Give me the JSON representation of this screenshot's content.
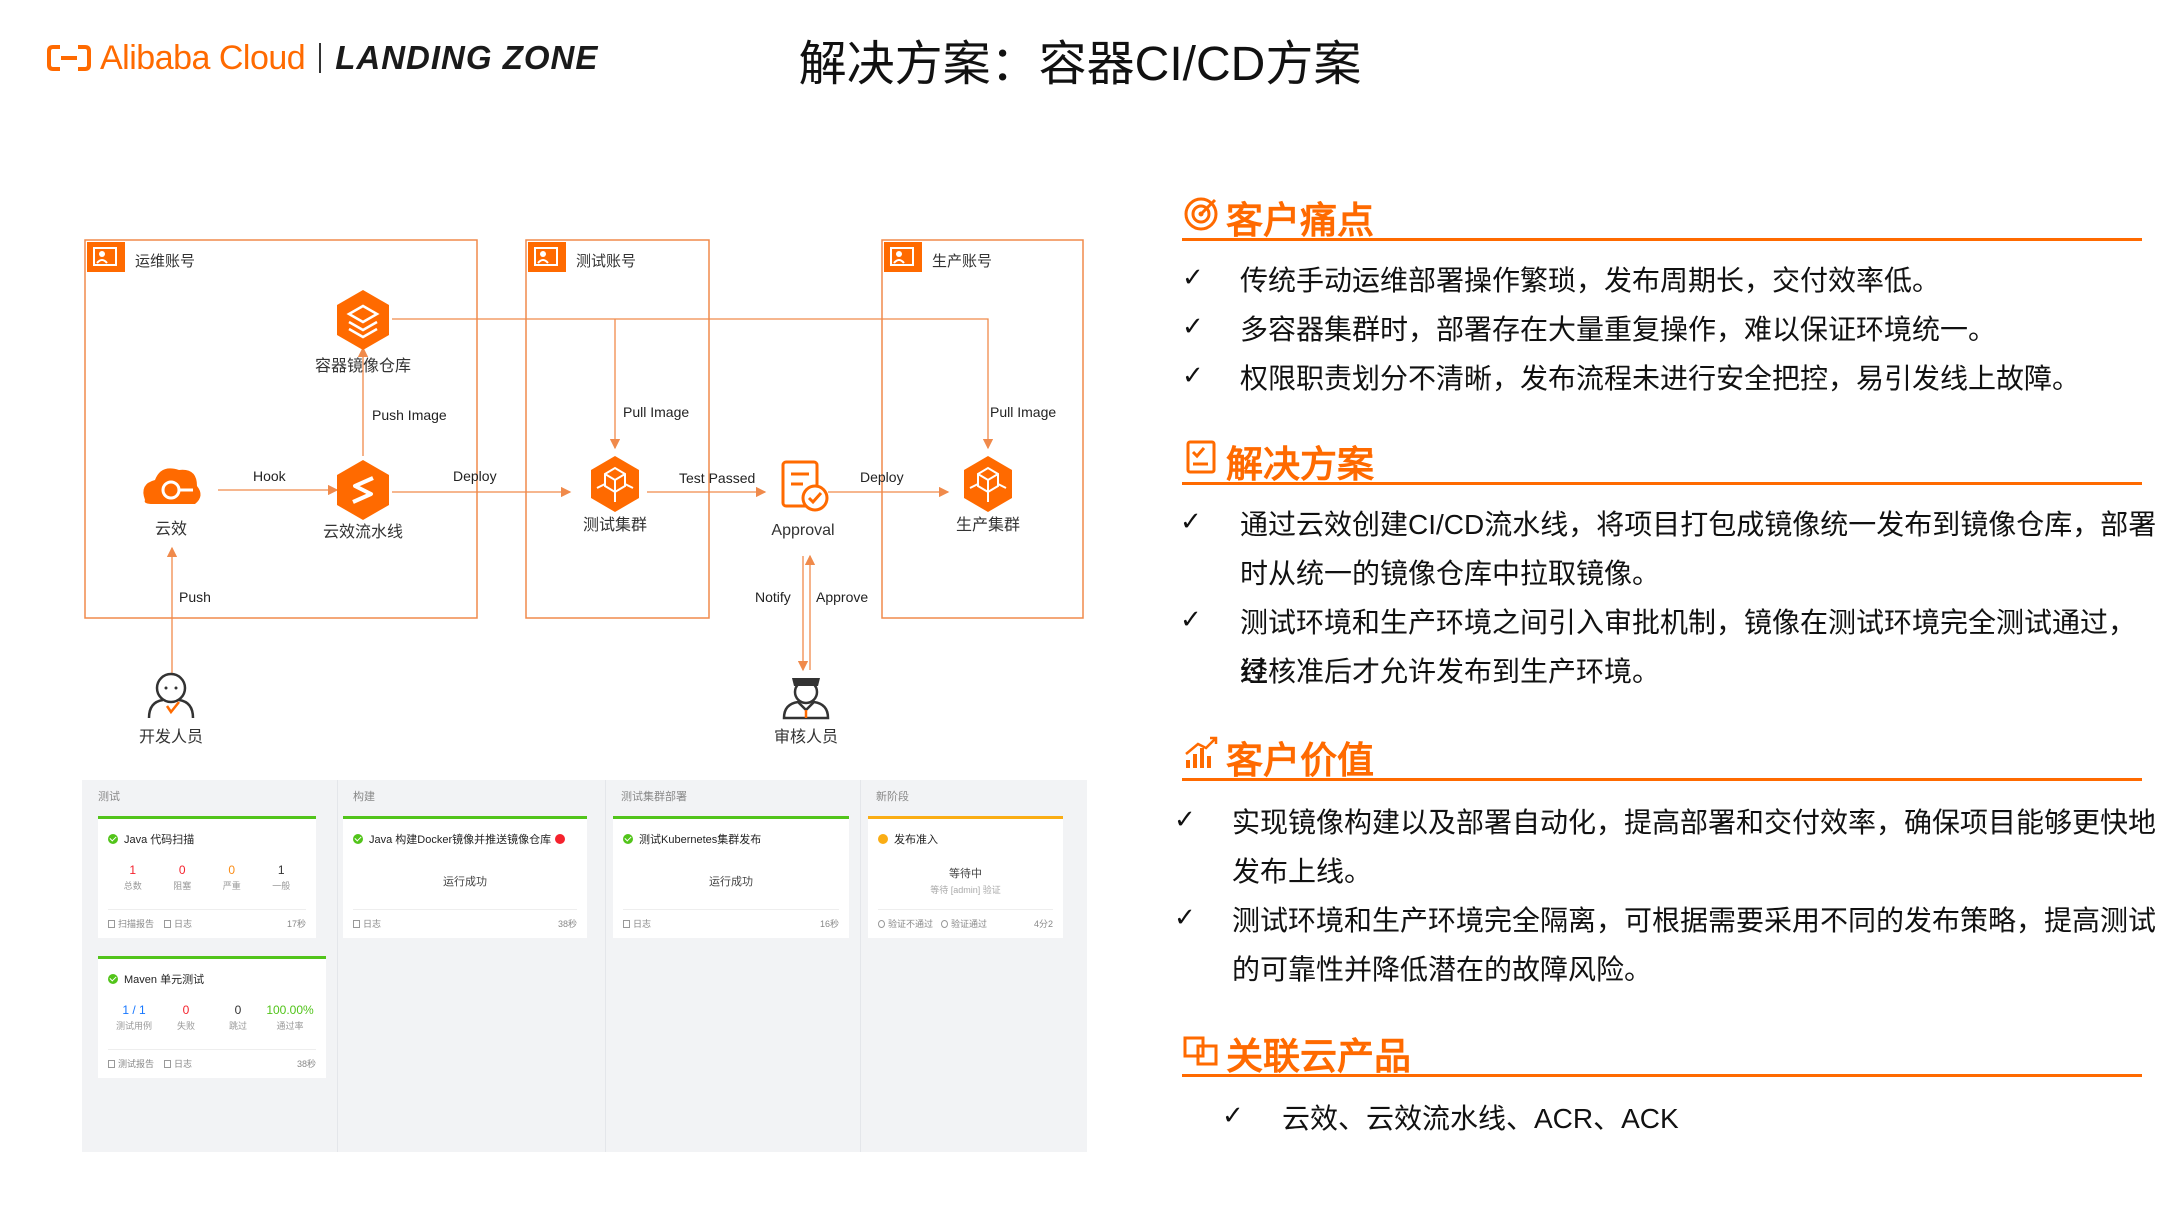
{
  "header": {
    "brand": "Alibaba Cloud",
    "product": "LANDING ZONE",
    "title": "解决方案：容器CI/CD方案"
  },
  "diagram": {
    "accounts": [
      "运维账号",
      "测试账号",
      "生产账号"
    ],
    "nodes": {
      "registry": "容器镜像仓库",
      "yunxiao": "云效",
      "pipeline": "云效流水线",
      "test_cluster": "测试集群",
      "approval": "Approval",
      "prod_cluster": "生产集群",
      "developer": "开发人员",
      "reviewer": "审核人员"
    },
    "edges": {
      "hook": "Hook",
      "push_image": "Push Image",
      "deploy_test": "Deploy",
      "pull_image_test": "Pull Image",
      "test_passed": "Test Passed",
      "deploy_prod": "Deploy",
      "pull_image_prod": "Pull Image",
      "push": "Push",
      "notify": "Notify",
      "approve": "Approve"
    },
    "colors": {
      "accent": "#ff6a00",
      "line": "#f08a4b"
    }
  },
  "pipeline": {
    "stages": [
      {
        "title": "测试",
        "jobs": [
          {
            "name": "Java 代码扫描",
            "metrics": [
              {
                "value": "1",
                "label": "总数",
                "color": "#f5222d"
              },
              {
                "value": "0",
                "label": "阻塞",
                "color": "#f5222d"
              },
              {
                "value": "0",
                "label": "严重",
                "color": "#fa8c16"
              },
              {
                "value": "1",
                "label": "一般",
                "color": "#333333"
              }
            ],
            "links": [
              "扫描报告",
              "日志"
            ],
            "duration": "17秒"
          },
          {
            "name": "Maven 单元测试",
            "metrics": [
              {
                "value": "1 / 1",
                "label": "测试用例",
                "color": "#1677ff"
              },
              {
                "value": "0",
                "label": "失败",
                "color": "#f5222d"
              },
              {
                "value": "0",
                "label": "跳过",
                "color": "#333333"
              },
              {
                "value": "100.00%",
                "label": "通过率",
                "color": "#52c41a"
              }
            ],
            "links": [
              "测试报告",
              "日志"
            ],
            "duration": "38秒"
          }
        ]
      },
      {
        "title": "构建",
        "jobs": [
          {
            "name": "Java 构建Docker镜像并推送镜像仓库",
            "status": "运行成功",
            "links": [
              "日志"
            ],
            "duration": "38秒"
          }
        ]
      },
      {
        "title": "测试集群部署",
        "jobs": [
          {
            "name": "测试Kubernetes集群发布",
            "status": "运行成功",
            "links": [
              "日志"
            ],
            "duration": "16秒"
          }
        ]
      },
      {
        "title": "新阶段",
        "jobs": [
          {
            "name": "发布准入",
            "status": "等待中",
            "sub": "等待 [admin] 验证",
            "links": [
              "验证不通过",
              "验证通过"
            ],
            "duration": "4分2"
          }
        ]
      }
    ]
  },
  "sections": [
    {
      "title": "客户痛点",
      "icon": "target-icon",
      "items": [
        "传统手动运维部署操作繁琐，发布周期长，交付效率低。",
        "多容器集群时，部署存在大量重复操作，难以保证环境统一。",
        "权限职责划分不清晰，发布流程未进行安全把控，易引发线上故障。"
      ]
    },
    {
      "title": "解决方案",
      "icon": "checklist-icon",
      "items": [
        [
          "通过云效创建CI/CD流水线，将项目打包成镜像统一发布到镜像仓库，部署",
          "时从统一的镜像仓库中拉取镜像。"
        ],
        [
          "测试环境和生产环境之间引入审批机制，镜像在测试环境完全测试通过，经",
          "过核准后才允许发布到生产环境。"
        ]
      ]
    },
    {
      "title": "客户价值",
      "icon": "growth-chart-icon",
      "items": [
        [
          "实现镜像构建以及部署自动化，提高部署和交付效率，确保项目能够更快地",
          "发布上线。"
        ],
        [
          "测试环境和生产环境完全隔离，可根据需要采用不同的发布策略，提高测试",
          "的可靠性并降低潜在的故障风险。"
        ]
      ]
    },
    {
      "title": "关联云产品",
      "icon": "linked-squares-icon",
      "items": [
        "云效、云效流水线、ACR、ACK"
      ]
    }
  ],
  "check_mark": "✓"
}
